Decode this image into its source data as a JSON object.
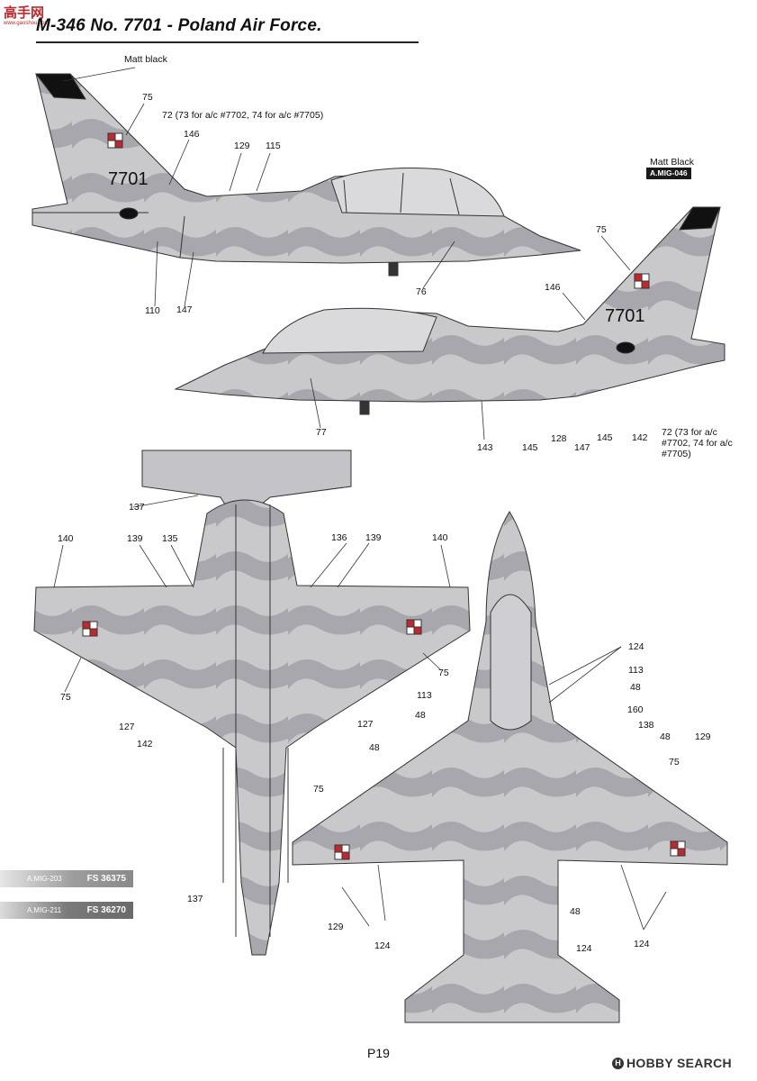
{
  "header": {
    "title": "M-346 No. 7701 - Poland Air Force.",
    "logo_cn": "高手网",
    "logo_url": "www.gaoshou.com"
  },
  "profiles": {
    "matt_black_top": "Matt black",
    "matt_black_right": "Matt Black",
    "paint_tag": "A.MIG-046",
    "serial": "7701",
    "note_72_top": "72 (73 for a/c #7702, 74 for a/c #7705)",
    "note_72_right": "72 (73 for a/c #7702, 74 for a/c #7705)"
  },
  "callouts": {
    "l75a": "75",
    "l146a": "146",
    "l129a": "129",
    "l115": "115",
    "l110": "110",
    "l147a": "147",
    "l76": "76",
    "l75b": "75",
    "l146b": "146",
    "l77": "77",
    "l143": "143",
    "l145a": "145",
    "l128": "128",
    "l147b": "147",
    "l145b": "145",
    "l142a": "142",
    "l137a": "137",
    "l140a": "140",
    "l139a": "139",
    "l135": "135",
    "l136": "136",
    "l139b": "139",
    "l140b": "140",
    "l75c": "75",
    "l75d": "75",
    "l127a": "127",
    "l142b": "142",
    "l127b": "127",
    "l137b": "137",
    "l124a": "124",
    "l113a": "113",
    "l48a": "48",
    "l113b": "113",
    "l48b": "48",
    "l160": "160",
    "l138": "138",
    "l48c": "48",
    "l129b": "129",
    "l48d": "48",
    "l75e": "75",
    "l75f": "75",
    "l129c": "129",
    "l124b": "124",
    "l48e": "48",
    "l124c": "124",
    "l124d": "124"
  },
  "swatches": [
    {
      "name": "A.MIG-203",
      "code": "FS 36375"
    },
    {
      "name": "A.MIG-211",
      "code": "FS 36270"
    }
  ],
  "footer": {
    "page": "P19",
    "source": "HOBBY SEARCH"
  },
  "colors": {
    "light_grey": "#c9c9cc",
    "dark_grey": "#9c9ca2",
    "outline": "#333333",
    "roundel_red": "#c0282d"
  }
}
